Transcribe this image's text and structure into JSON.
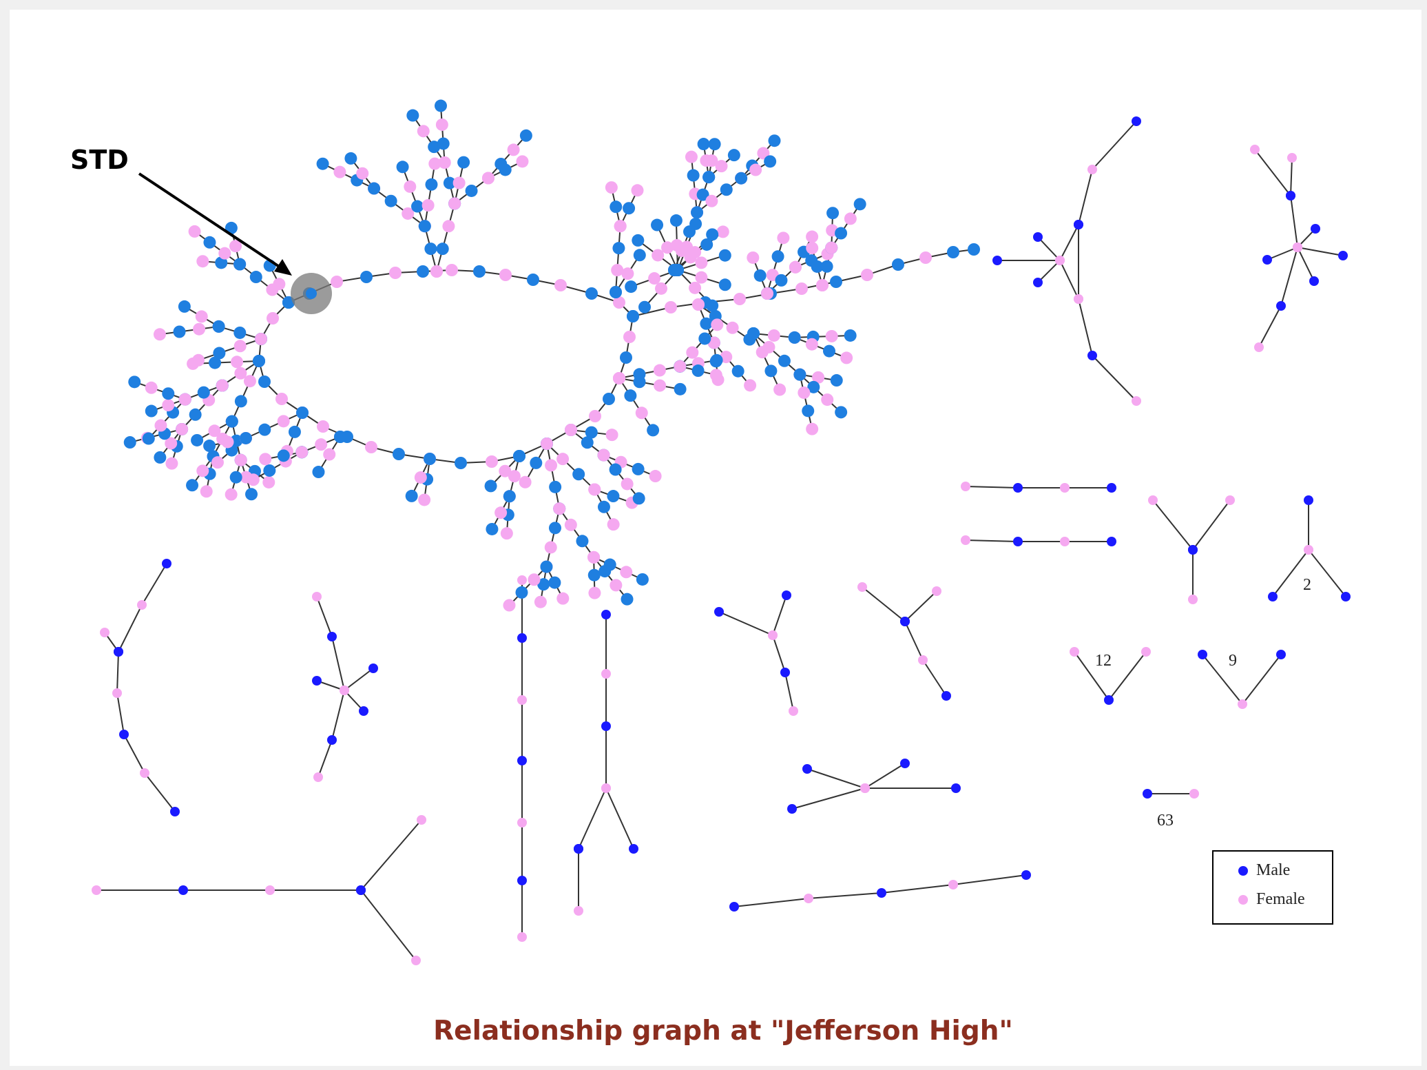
{
  "annotation": {
    "label": "STD"
  },
  "legend": {
    "male": "Male",
    "female": "Female"
  },
  "component_labels": [
    "12",
    "9",
    "2",
    "63"
  ],
  "caption": "Relationship graph at \"Jefferson High\"",
  "colors": {
    "male": "#1a1aff",
    "male_main": "#1f7fe0",
    "female": "#f5a8f0",
    "edge": "#333333",
    "caption": "#8b2e1f",
    "highlight": "#7a7a7a"
  }
}
